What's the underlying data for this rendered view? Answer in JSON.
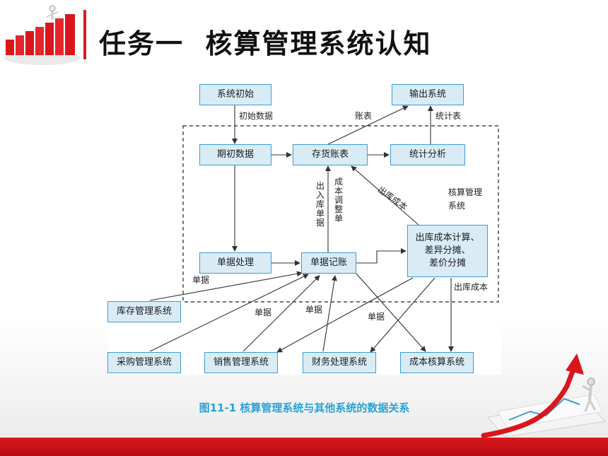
{
  "header": {
    "title": "任务一  核算管理系统认知"
  },
  "diagram": {
    "nodes": {
      "xitong_chushi": "系统初始",
      "shuchu_xitong": "输出系统",
      "qichu_shuju": "期初数据",
      "cunhuo_zhangbiao": "存货账表",
      "tongji_fenxi": "统计分析",
      "danju_chuli": "单据处理",
      "danju_jizhang": "单据记账",
      "chuku_jisuan": "出库成本计算、\n差异分摊、\n差价分摊",
      "kucun_guanli": "库存管理系统",
      "caigou_guanli": "采购管理系统",
      "xiaoshou_guanli": "销售管理系统",
      "caiwu_chuli": "财务处理系统",
      "chengben_hesuan": "成本核算系统"
    },
    "labels": {
      "chushi_shuju": "初始数据",
      "zhangbiao": "账表",
      "tongjibiao": "统计表",
      "churuku_danju": "出入库单据",
      "chengben_tiaozhengdan": "成本调整单",
      "chuku_chengben_diag": "出库成本",
      "hesuan_guanli": "核算管理\n系统",
      "danju_1": "单据",
      "danju_2": "单据",
      "danju_3": "单据",
      "danju_4": "单据",
      "chuku_chengben": "出库成本"
    }
  },
  "caption": "图11-1  核算管理系统与其他系统的数据关系",
  "colors": {
    "accent_red": "#e01a1f",
    "node_fill": "#d9ecf6",
    "node_border": "#3d9cd0",
    "caption_blue": "#2aa1d6"
  }
}
